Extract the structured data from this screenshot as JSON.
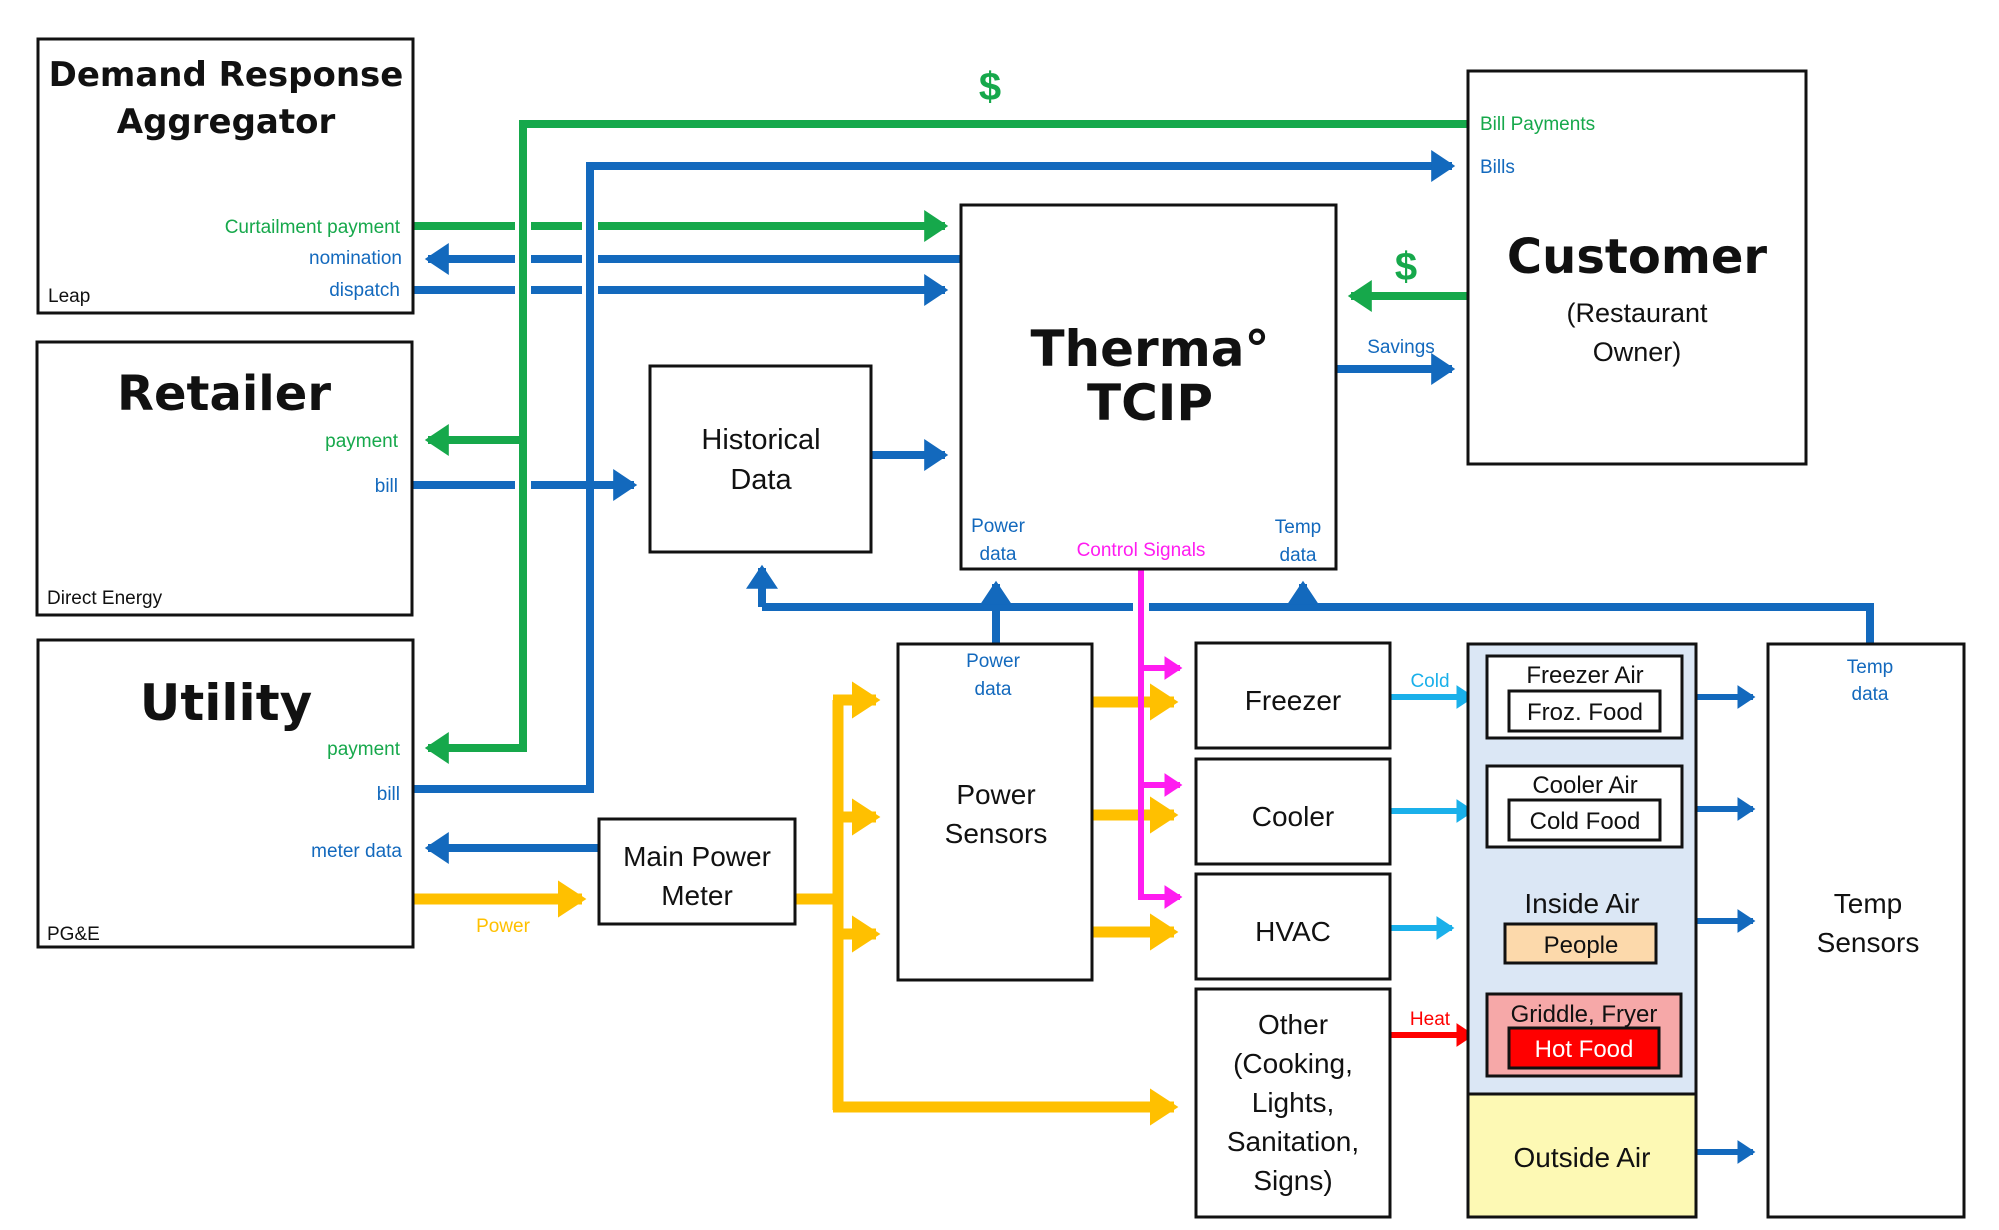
{
  "colors": {
    "green": "#16a84b",
    "blue": "#1369bd",
    "yellow": "#ffc000",
    "magenta": "#ff1cf0",
    "cyan": "#1ab0ea",
    "red": "#ff0000",
    "inside_air_bg": "#dbe7f5",
    "people_bg": "#fcd9ab",
    "griddle_bg": "#f6a8a8",
    "hot_food_bg": "#ff0000",
    "outside_air_bg": "#fdf9b4"
  },
  "entities": {
    "dr_aggregator": {
      "title_line1": "Demand Response",
      "title_line2": "Aggregator",
      "company": "Leap",
      "ports": {
        "curtailment": "Curtailment payment",
        "nomination": "nomination",
        "dispatch": "dispatch"
      }
    },
    "retailer": {
      "title": "Retailer",
      "company": "Direct Energy",
      "ports": {
        "payment": "payment",
        "bill": "bill"
      }
    },
    "utility": {
      "title": "Utility",
      "company": "PG&E",
      "ports": {
        "payment": "payment",
        "bill": "bill",
        "meter_data": "meter data"
      }
    },
    "historical": {
      "line1": "Historical",
      "line2": "Data"
    },
    "therma": {
      "line1": "Therma°",
      "line2": "TCIP",
      "power_data_1": "Power",
      "power_data_2": "data",
      "control_signals": "Control Signals",
      "temp_data_1": "Temp",
      "temp_data_2": "data"
    },
    "customer": {
      "title": "Customer",
      "sub1": "(Restaurant",
      "sub2": "Owner)",
      "bill_payments": "Bill Payments",
      "bills": "Bills"
    },
    "main_meter": {
      "line1": "Main Power",
      "line2": "Meter"
    },
    "power_sensors": {
      "line1": "Power",
      "line2": "Sensors",
      "port1": "Power",
      "port2": "data"
    },
    "freezer": {
      "label": "Freezer"
    },
    "cooler": {
      "label": "Cooler"
    },
    "hvac": {
      "label": "HVAC"
    },
    "other": {
      "lines": [
        "Other",
        "(Cooking,",
        "Lights,",
        "Sanitation,",
        "Signs)"
      ]
    },
    "freezer_air": {
      "label": "Freezer Air",
      "inner": "Froz. Food"
    },
    "cooler_air": {
      "label": "Cooler Air",
      "inner": "Cold Food"
    },
    "inside_air": {
      "label": "Inside Air",
      "inner": "People"
    },
    "griddle": {
      "label": "Griddle, Fryer",
      "inner": "Hot Food"
    },
    "outside_air": {
      "label": "Outside Air"
    },
    "temp_sensors": {
      "line1": "Temp",
      "line2": "Sensors",
      "port1": "Temp",
      "port2": "data"
    }
  },
  "flow_labels": {
    "dollar_top": "$",
    "dollar_customer": "$",
    "savings": "Savings",
    "power": "Power",
    "cold": "Cold",
    "heat": "Heat"
  }
}
